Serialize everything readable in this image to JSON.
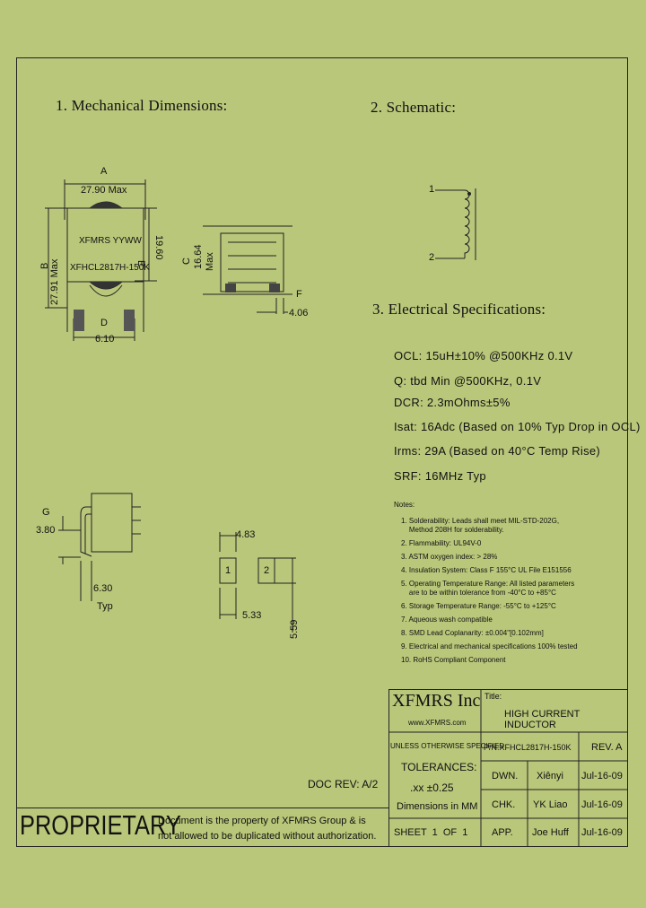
{
  "sections": {
    "mech": "1. Mechanical Dimensions:",
    "schem": "2. Schematic:",
    "elec": "3. Electrical Specifications:"
  },
  "dims": {
    "A": "A",
    "A_val": "27.90 Max",
    "B": "B",
    "B_val": "27.91 Max",
    "marking1": "XFMRS YYWW",
    "marking2": "XFHCL2817H-150K",
    "D": "D",
    "D_val": "6.10",
    "E": "E",
    "E_val": "19.60",
    "C": "C",
    "C_val": "16.64",
    "C_max": "Max",
    "F": "F",
    "F_val": "4.06",
    "G": "G",
    "G_val": "3.80",
    "typ_val": "6.30",
    "typ": "Typ",
    "pad_w": "4.83",
    "pad_gap": "5.33",
    "pad_h": "5.59",
    "pad1": "1",
    "pad2": "2"
  },
  "schematic": {
    "pin1": "1",
    "pin2": "2"
  },
  "specs": [
    "OCL: 15uH±10% @500KHz 0.1V",
    "Q: tbd Min @500KHz, 0.1V",
    "DCR: 2.3mOhms±5%",
    "Isat: 16Adc (Based on 10% Typ Drop in OCL)",
    "Irms: 29A (Based on 40°C Temp Rise)",
    "SRF: 16MHz Typ"
  ],
  "notes_title": "Notes:",
  "notes": [
    "1. Solderability: Leads shall meet MIL-STD-202G,",
    "    Method 208H for solderability.",
    "2. Flammability: UL94V-0",
    "3. ASTM oxygen index: > 28%",
    "4. Insulation System: Class F 155°C UL File E151556",
    "5. Operating Temperature Range: All listed parameters",
    "    are to be within tolerance from -40°C to +85°C",
    "6. Storage Temperature Range: -55°C to +125°C",
    "7. Aqueous wash compatible",
    "8. SMD Lead Coplanarity: ±0.004\"[0.102mm]",
    "9. Electrical and mechanical specifications 100% tested",
    "10. RoHS Compliant Component"
  ],
  "doc_rev": "DOC REV: A/2",
  "title_block": {
    "company": "XFMRS Inc",
    "website": "www.XFMRS.com",
    "title_label": "Title:",
    "title": "HIGH CURRENT INDUCTOR",
    "unless": "UNLESS OTHERWISE SPECIFIED",
    "tolerances": "TOLERANCES:",
    "tol_val": ".xx ±0.25",
    "dims_in": "Dimensions in MM",
    "pn": "P/N:XFHCL2817H-150K",
    "rev": "REV. A",
    "dwn_label": "DWN.",
    "dwn_name": "Xiênyi",
    "dwn_date": "Jul-16-09",
    "chk_label": "CHK.",
    "chk_name": "YK Liao",
    "chk_date": "Jul-16-09",
    "app_label": "APP.",
    "app_name": "Joe Huff",
    "app_date": "Jul-16-09",
    "sheet": "SHEET  1  OF  1"
  },
  "proprietary": "PROPRIETARY",
  "prop_text1": "Document is the property of XFMRS Group & is",
  "prop_text2": "not allowed to be duplicated without authorization."
}
